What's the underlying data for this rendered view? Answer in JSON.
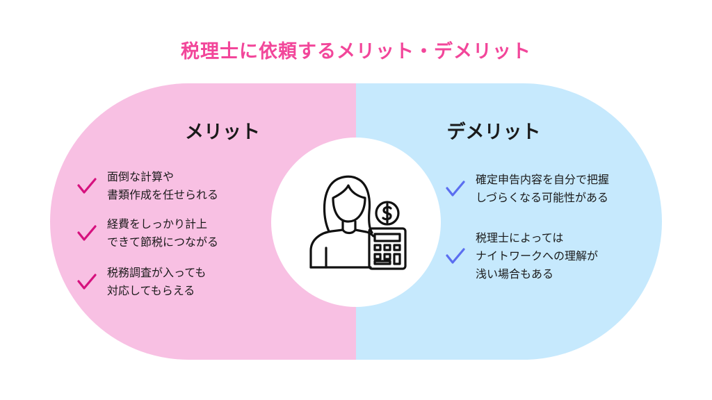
{
  "title": "税理士に依頼するメリット・デメリット",
  "colors": {
    "title": "#f2469a",
    "merit_bg": "#f8c0e3",
    "demerit_bg": "#c6e9fd",
    "merit_check": "#d6117e",
    "demerit_check": "#5b6ef0"
  },
  "merit": {
    "heading": "メリット",
    "items": [
      "面倒な計算や\n書類作成を任せられる",
      "経費をしっかり計上\nできて節税につながる",
      "税務調査が入っても\n対応してもらえる"
    ]
  },
  "demerit": {
    "heading": "デメリット",
    "items": [
      "確定申告内容を自分で把握\nしづらくなる可能性がある",
      "税理士によっては\nナイトワークへの理解が\n浅い場合もある"
    ]
  },
  "center_icon": "woman-with-calculator-icon"
}
